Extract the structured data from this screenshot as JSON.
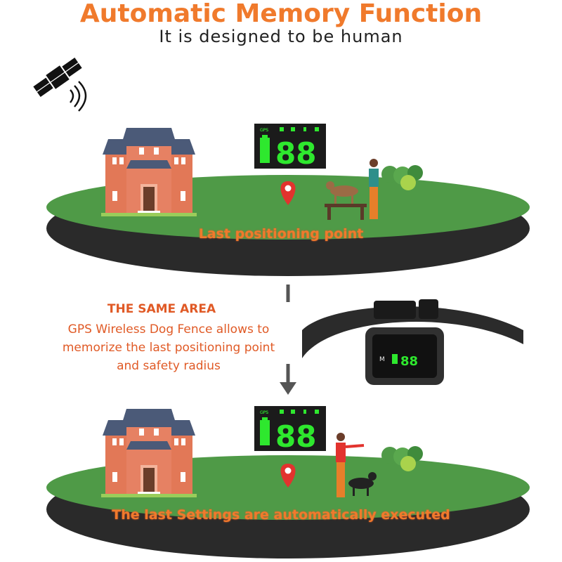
{
  "header": {
    "title": "Automatic Memory Function",
    "subtitle": "It is designed to be human"
  },
  "top_scene": {
    "caption": "Last positioning point",
    "display_label": "GPS",
    "display_value": "88"
  },
  "middle": {
    "heading": "THE SAME AREA",
    "lines": [
      "GPS Wireless Dog Fence allows to",
      "memorize the last positioning point",
      "and safety radius"
    ],
    "collar_mode_label": "M",
    "collar_display_value": "88"
  },
  "bottom_scene": {
    "caption": "The last Settings are automatically executed",
    "display_label": "GPS",
    "display_value": "88"
  },
  "colors": {
    "accent": "#f07a2c",
    "grass": "#4f9a47",
    "platform": "#2a2a2a",
    "brick": "#e27857",
    "roof": "#4b5a78",
    "lcd": "#2ee82e"
  }
}
